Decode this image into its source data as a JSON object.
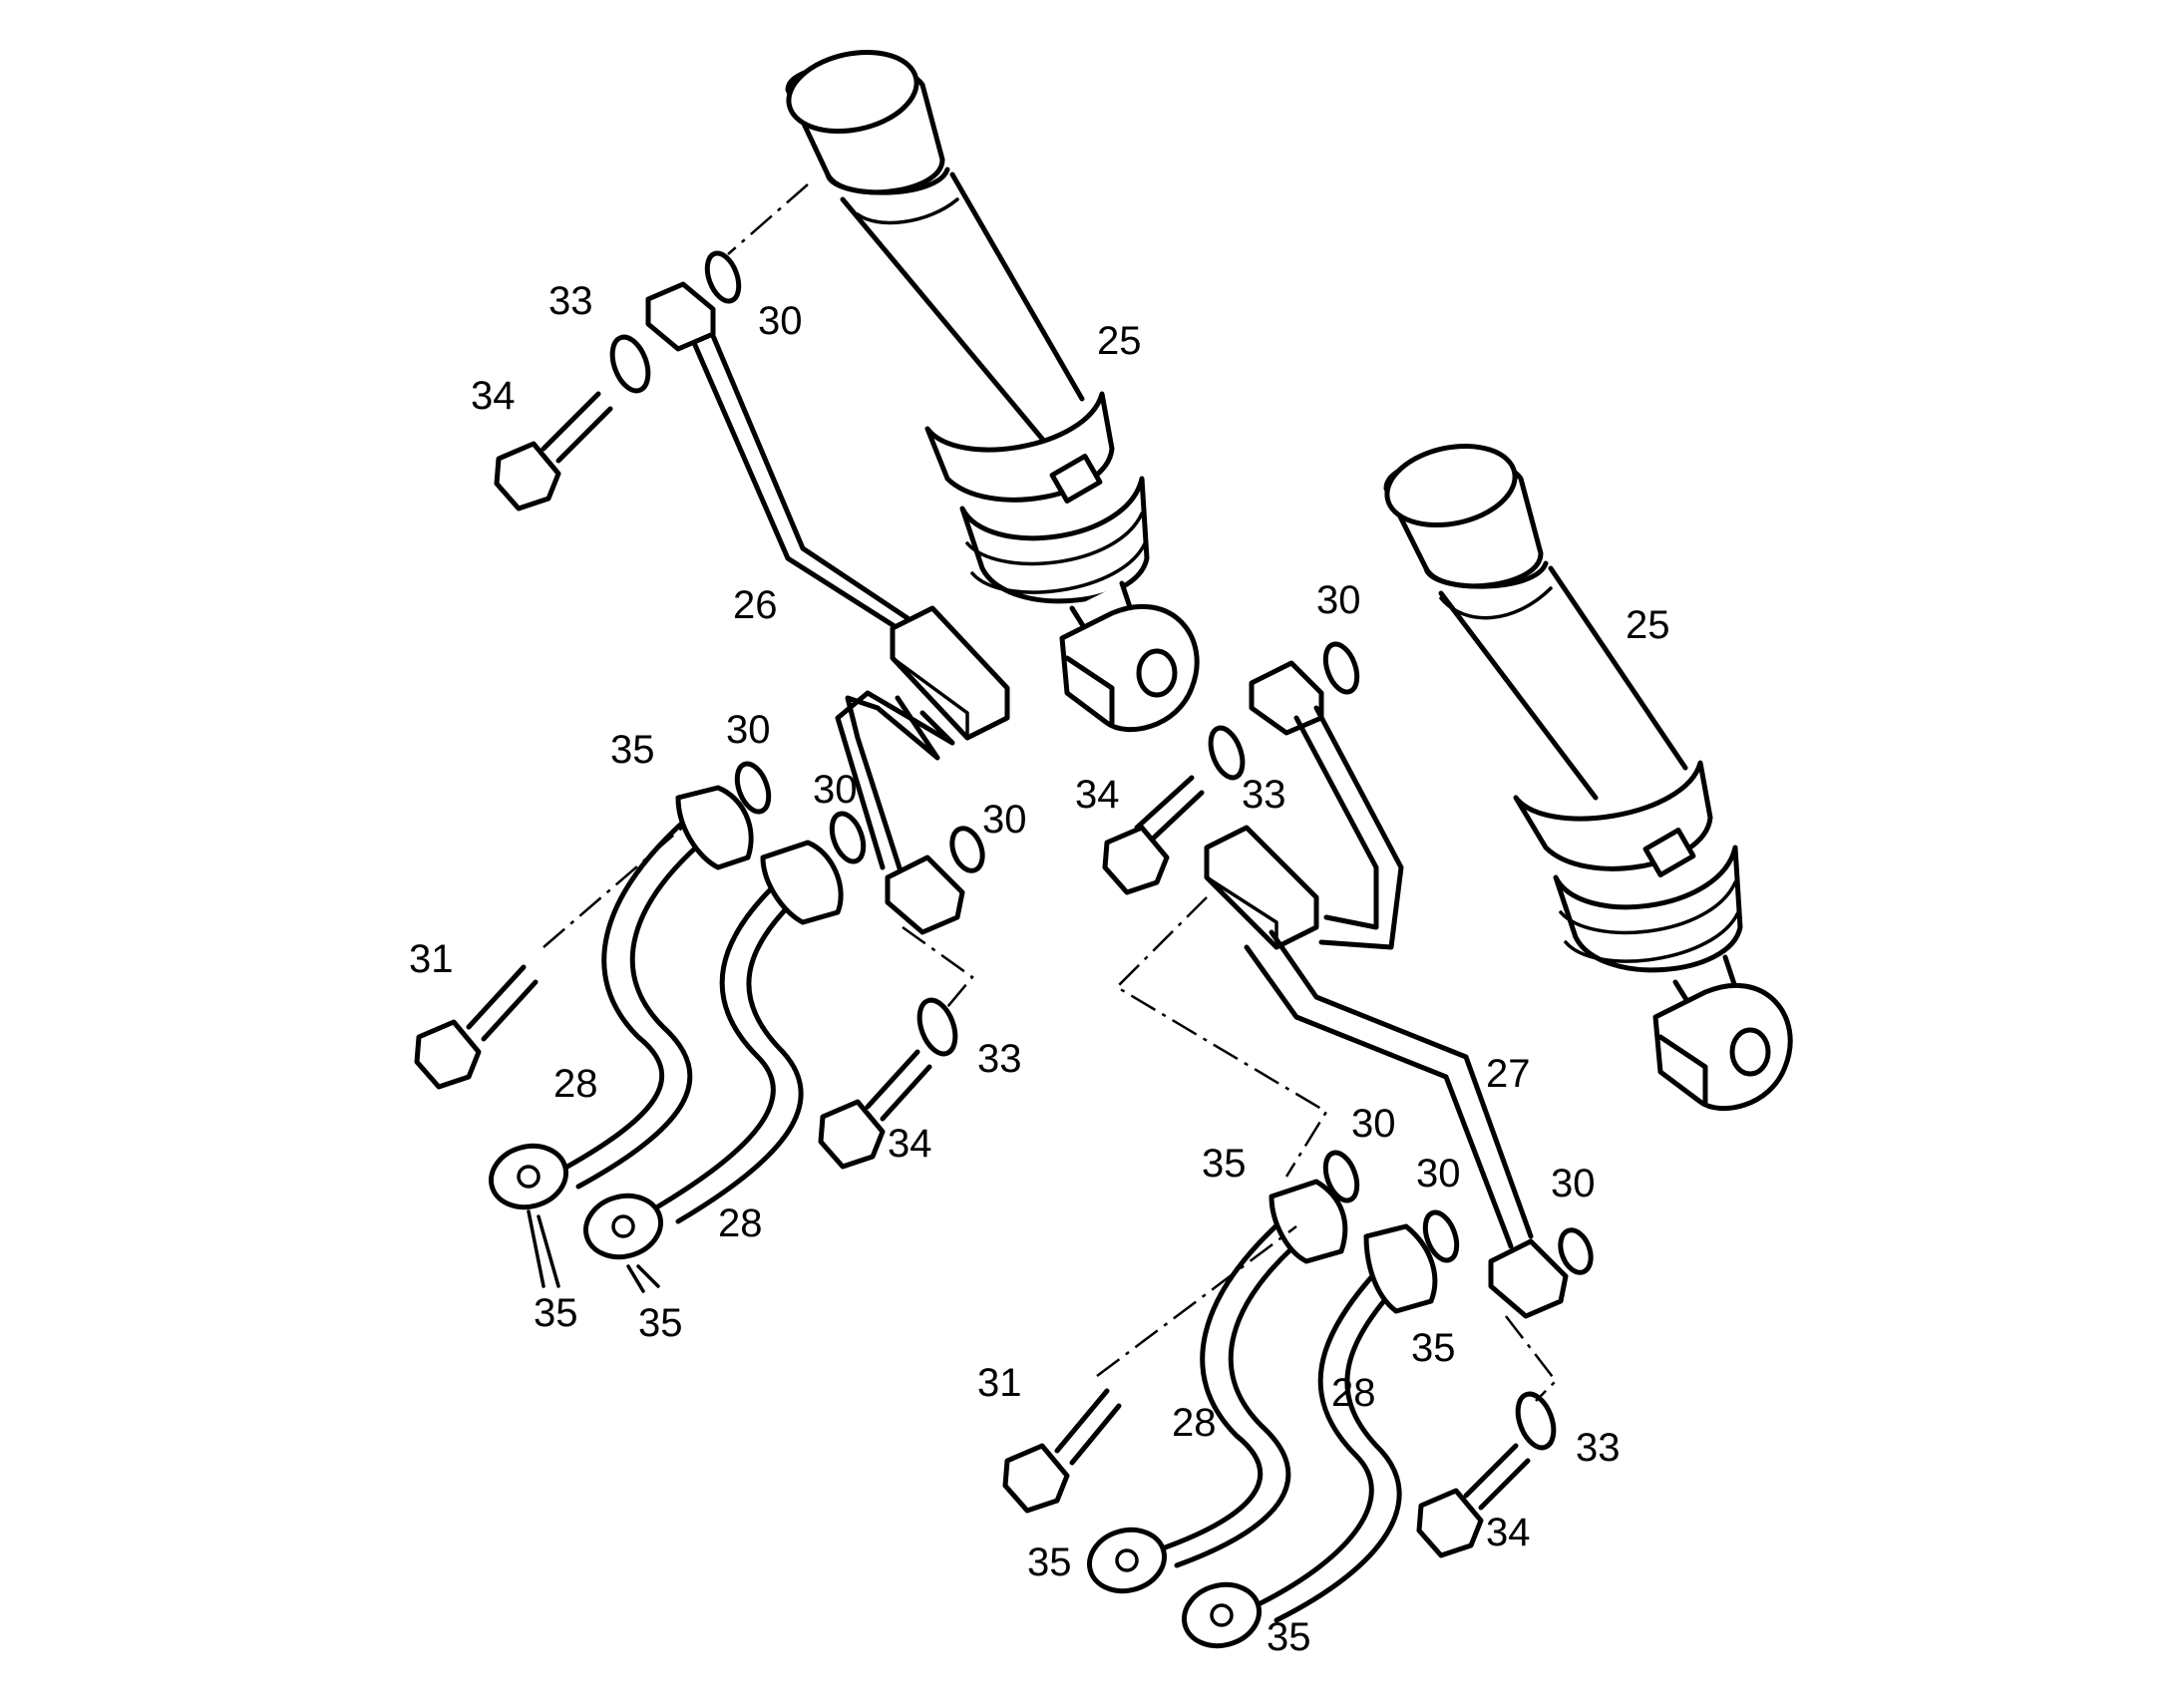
{
  "labels": {
    "l25a": "25",
    "l25b": "25",
    "l26": "26",
    "l27": "27",
    "l28a": "28",
    "l28b": "28",
    "l28c": "28",
    "l28d": "28",
    "l30a": "30",
    "l30b": "30",
    "l30c": "30",
    "l30d": "30",
    "l30e": "30",
    "l30f": "30",
    "l30g": "30",
    "l30h": "30",
    "l31a": "31",
    "l31b": "31",
    "l33a": "33",
    "l33b": "33",
    "l33c": "33",
    "l33d": "33",
    "l34a": "34",
    "l34b": "34",
    "l34c": "34",
    "l34d": "34",
    "l35a": "35",
    "l35b": "35",
    "l35c": "35",
    "l35d": "35",
    "l35e": "35",
    "l35f": "35",
    "l35g": "35"
  }
}
